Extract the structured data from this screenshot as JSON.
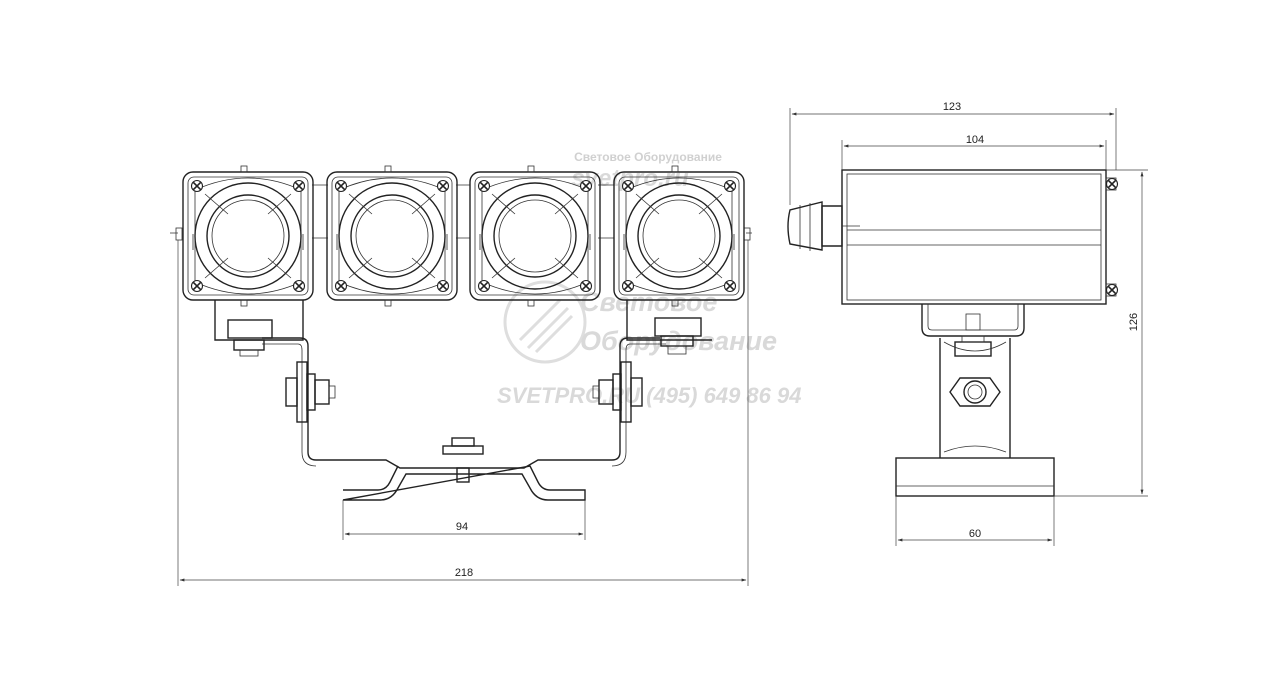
{
  "watermark": {
    "top_caption": "Световое Оборудование",
    "top_brand": "svetpro.ru",
    "logo_brand": "Световое",
    "logo_brand_line2": "Оборудование",
    "logo_phone": "SVETPRO.RU (495) 649 86 94"
  },
  "dimensions": {
    "front_overall_width": "218",
    "front_base_width": "94",
    "side_overall_depth": "123",
    "side_housing_depth": "104",
    "side_height": "126",
    "side_base_width": "60"
  },
  "colors": {
    "line": "#222222",
    "watermark": "#d9d9d9"
  }
}
